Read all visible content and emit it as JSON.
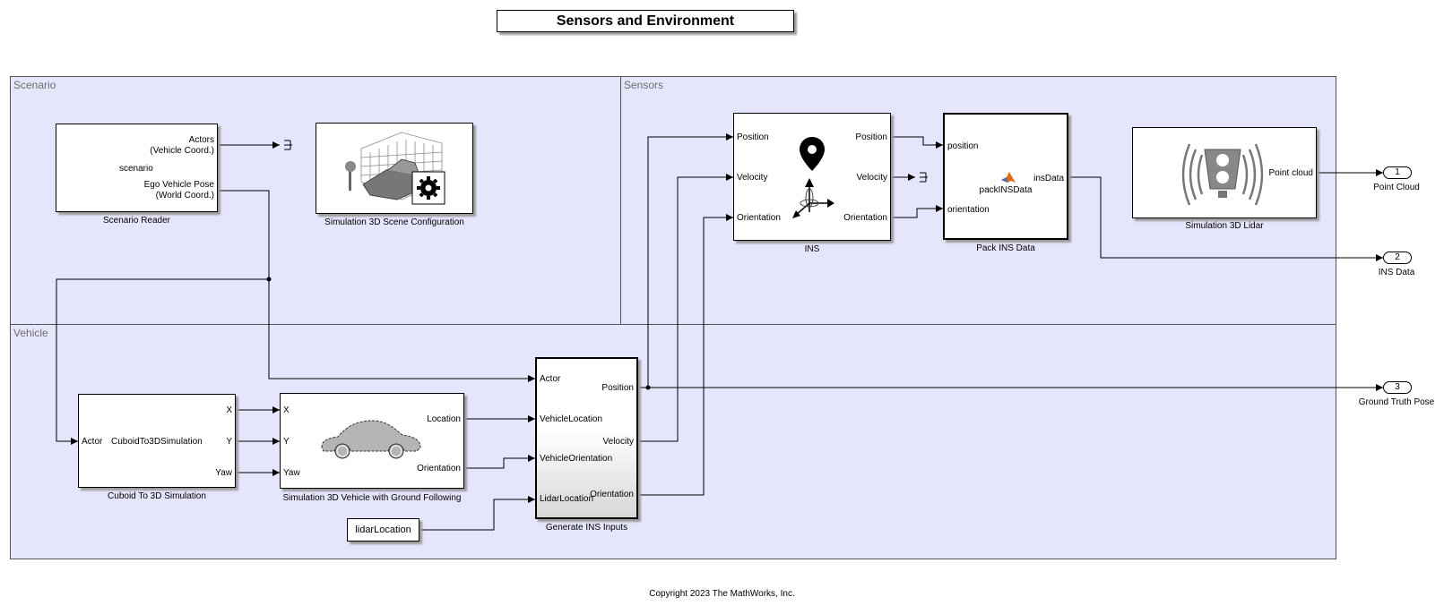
{
  "title": "Sensors and Environment",
  "areas": {
    "scenario": "Scenario",
    "sensors": "Sensors",
    "vehicle": "Vehicle"
  },
  "blocks": {
    "scenario_reader": {
      "label": "Scenario Reader",
      "ports": {
        "actors": "Actors\n(Vehicle Coord.)",
        "scenario": "scenario",
        "ego_pose": "Ego Vehicle Pose\n(World Coord.)"
      }
    },
    "scene_config": {
      "label": "Simulation 3D Scene Configuration"
    },
    "ins": {
      "label": "INS",
      "in_ports": [
        "Position",
        "Velocity",
        "Orientation"
      ],
      "out_ports": [
        "Position",
        "Velocity",
        "Orientation"
      ]
    },
    "pack_ins": {
      "label": "Pack INS Data",
      "function_name": "packINSData",
      "in_ports": [
        "position",
        "orientation"
      ],
      "out_port": "insData"
    },
    "lidar": {
      "label": "Simulation 3D Lidar",
      "out_port": "Point cloud"
    },
    "cuboid": {
      "label": "Cuboid To 3D Simulation",
      "center_text": "CuboidTo3DSimulation",
      "in_port": "Actor",
      "out_ports": [
        "X",
        "Y",
        "Yaw"
      ]
    },
    "vehicle3d": {
      "label": "Simulation 3D Vehicle with Ground Following",
      "in_ports": [
        "X",
        "Y",
        "Yaw"
      ],
      "out_ports": [
        "Location",
        "Orientation"
      ]
    },
    "gen_ins": {
      "label": "Generate INS Inputs",
      "in_ports": [
        "Actor",
        "VehicleLocation",
        "VehicleOrientation",
        "LidarLocation"
      ],
      "out_ports": [
        "Position",
        "Velocity",
        "Orientation"
      ]
    },
    "lidar_location": {
      "label": "lidarLocation"
    }
  },
  "outports": [
    {
      "number": "1",
      "name": "Point Cloud"
    },
    {
      "number": "2",
      "name": "INS Data"
    },
    {
      "number": "3",
      "name": "Ground Truth Pose"
    }
  ],
  "copyright": "Copyright 2023 The MathWorks, Inc.",
  "colors": {
    "area_fill": "#e5e5fb",
    "area_label": "#6f6f6f",
    "icon_gray": "#7a7a7a"
  }
}
